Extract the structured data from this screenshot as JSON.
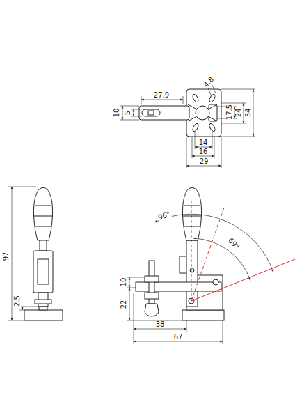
{
  "diagram": {
    "labels": [
      "27.9",
      "4.8",
      "10",
      "5",
      "17.5",
      "24",
      "34",
      "14",
      "16",
      "29",
      "97",
      "2.5",
      "96°",
      "69°",
      "10",
      "22",
      "38",
      "67"
    ]
  }
}
